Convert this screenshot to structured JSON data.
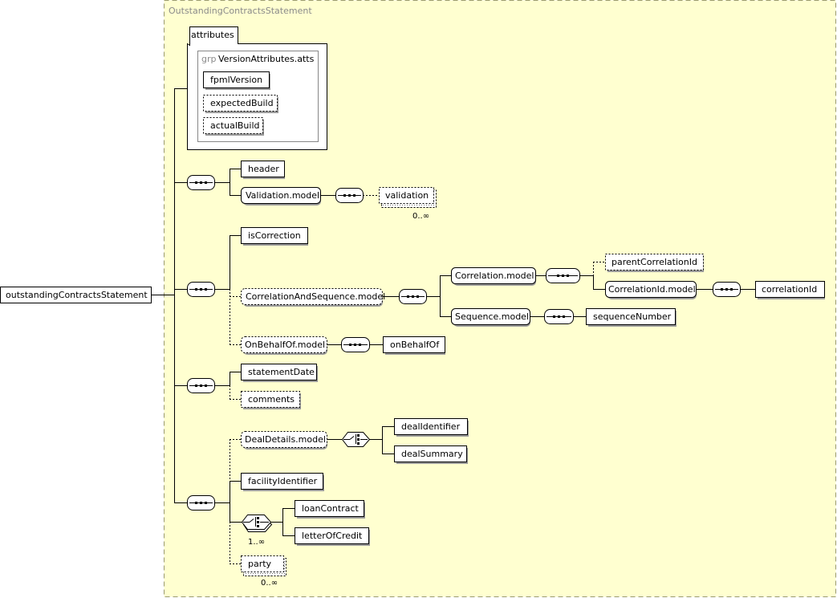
{
  "complex_type": "OutstandingContractsStatement",
  "root": "outstandingContractsStatement",
  "attributes": {
    "title": "attributes",
    "group_prefix": "grp",
    "group_name": "VersionAttributes.atts",
    "items": [
      "fpmlVersion",
      "expectedBuild",
      "actualBuild"
    ]
  },
  "elements": {
    "header": "header",
    "validation_model": "Validation.model",
    "validation": "validation",
    "is_correction": "isCorrection",
    "correlation_and_sequence_model": "CorrelationAndSequence.model",
    "correlation_model": "Correlation.model",
    "parent_correlation_id": "parentCorrelationId",
    "correlation_id_model": "CorrelationId.model",
    "correlation_id": "correlationId",
    "sequence_model": "Sequence.model",
    "sequence_number": "sequenceNumber",
    "on_behalf_of_model": "OnBehalfOf.model",
    "on_behalf_of": "onBehalfOf",
    "statement_date": "statementDate",
    "comments": "comments",
    "deal_details_model": "DealDetails.model",
    "deal_identifier": "dealIdentifier",
    "deal_summary": "dealSummary",
    "facility_identifier": "facilityIdentifier",
    "loan_contract": "loanContract",
    "letter_of_credit": "letterOfCredit",
    "party": "party"
  },
  "cardinalities": {
    "validation": "0..∞",
    "contract_choice": "1..∞",
    "party": "0..∞"
  },
  "colors": {
    "complex_type_background": "#ffffd0",
    "complex_type_border": "#9a9a6e",
    "shadow": "#9a9a9a"
  }
}
